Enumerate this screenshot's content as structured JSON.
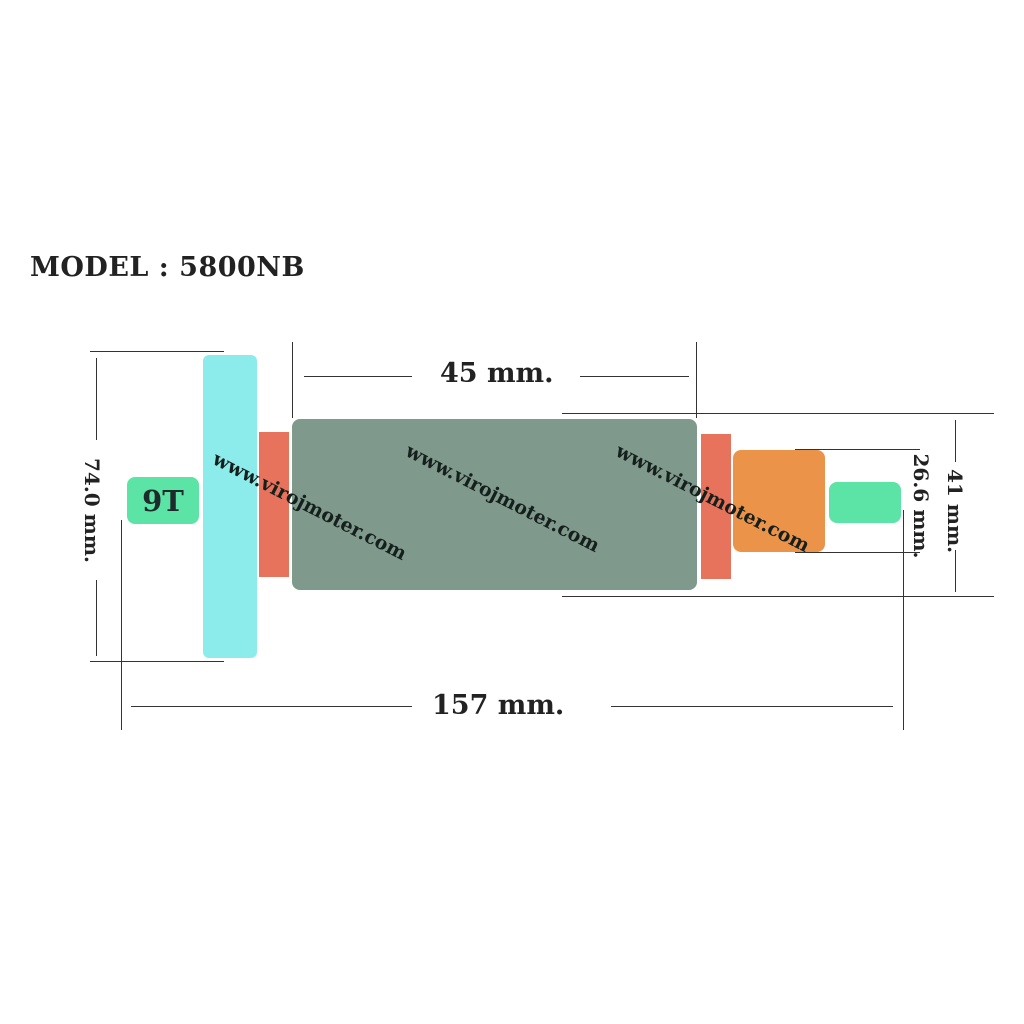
{
  "title": "MODEL : 5800NB",
  "gear_label": "9T",
  "dimensions": {
    "core_length": "45 mm.",
    "total_length": "157 mm.",
    "fan_diameter": "74.0 mm.",
    "core_diameter": "41 mm.",
    "bearing_diameter": "26.6 mm."
  },
  "watermark": "www.virojmoter.com",
  "colors": {
    "fan": "#8ceceb",
    "commutator": "#e8735c",
    "core": "#7f998c",
    "bearing": "#ec934a",
    "shaft_and_gear": "#5ce3a6",
    "line": "#333333"
  }
}
